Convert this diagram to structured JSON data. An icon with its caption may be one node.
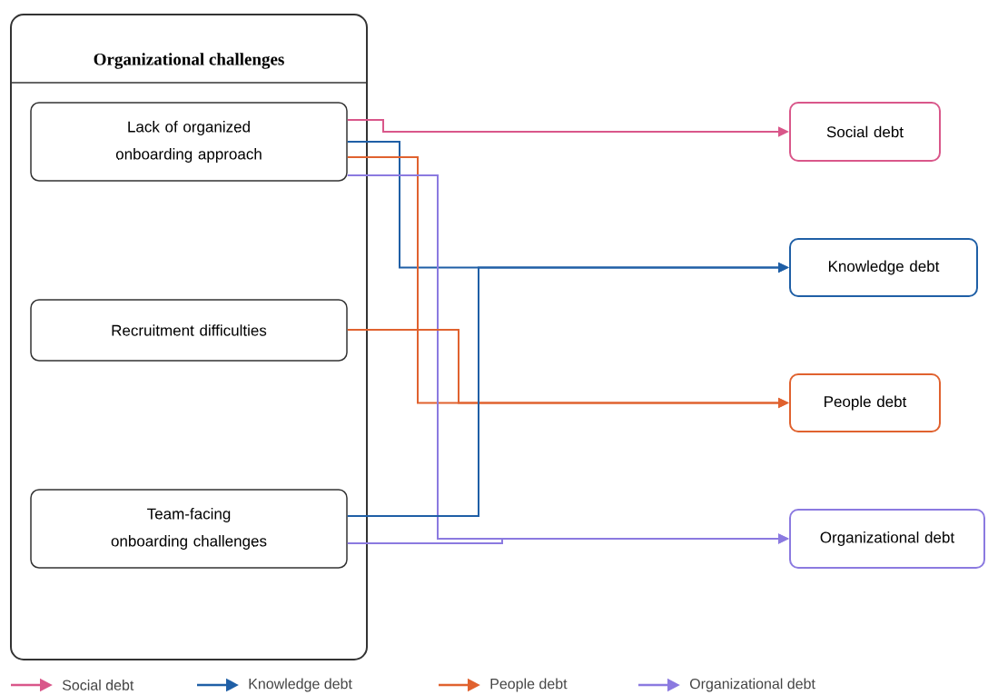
{
  "diagram": {
    "nodes": [
      {
        "text": [
          "Organizational challenges"
        ]
      },
      {
        "text": [
          "Lack of organized onboarding approach"
        ],
        "in": 0
      },
      {
        "text": [
          "Recruitment difficulties"
        ],
        "in": 0
      },
      {
        "text": [
          "Team-facing onboarding challenges"
        ],
        "in": 0
      },
      {
        "text": [
          "Social debt"
        ]
      },
      {
        "text": [
          "Knowledge debt"
        ]
      },
      {
        "text": [
          "People debt"
        ]
      },
      {
        "text": [
          "Organizational debt"
        ]
      }
    ],
    "edges": [
      {
        "from": 1,
        "to": 4,
        "arrow": "to",
        "color": "#d9578a"
      },
      {
        "from": 1,
        "to": 5,
        "arrow": "to",
        "color": "#1f5fa6"
      },
      {
        "from": 1,
        "to": 6,
        "arrow": "to",
        "color": "#e0622f"
      },
      {
        "from": 1,
        "to": 7,
        "arrow": "to",
        "color": "#8b7ae0"
      },
      {
        "from": 2,
        "to": 6,
        "arrow": "to",
        "color": "#e0622f"
      },
      {
        "from": 3,
        "to": 5,
        "arrow": "to",
        "color": "#1f5fa6"
      },
      {
        "from": 3,
        "to": 7,
        "arrow": "to",
        "color": "#8b7ae0"
      }
    ],
    "legend": [
      {
        "text": "Social debt",
        "color": "#d9578a"
      },
      {
        "text": "Knowledge debt",
        "color": "#1f5fa6"
      },
      {
        "text": "People debt",
        "color": "#e0622f"
      },
      {
        "text": "Organizational debt",
        "color": "#8b7ae0"
      }
    ]
  }
}
